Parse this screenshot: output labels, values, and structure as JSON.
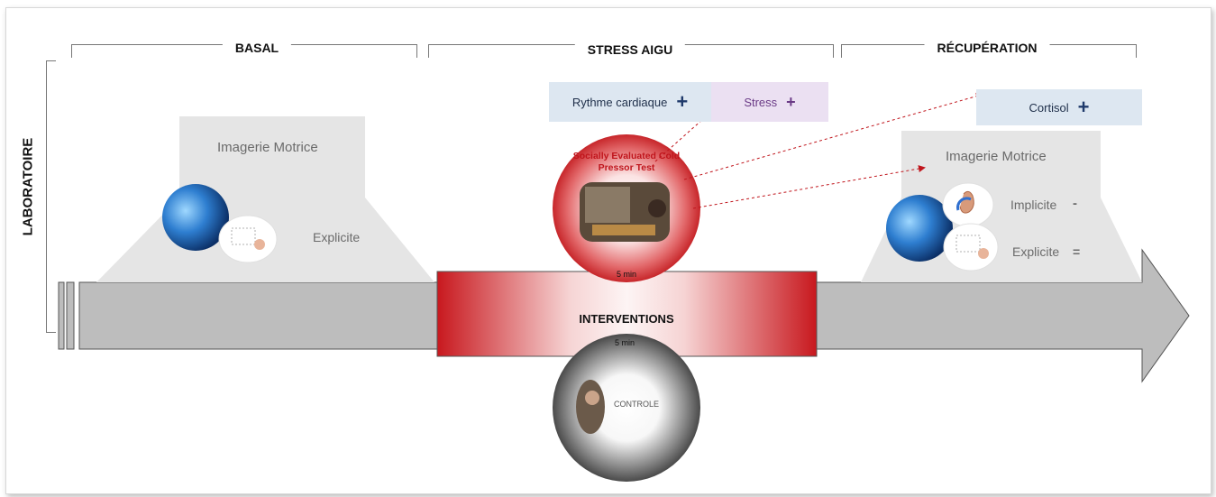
{
  "phases": {
    "basal": "BASAL",
    "stress": "STRESS AIGU",
    "recovery": "RÉCUPÉRATION"
  },
  "side_label": "LABORATOIRE",
  "basal": {
    "title": "Imagerie Motrice",
    "explicit": "Explicite"
  },
  "recovery": {
    "title": "Imagerie Motrice",
    "implicit": "Implicite",
    "implicit_sign": "-",
    "explicit": "Explicite",
    "explicit_sign": "="
  },
  "measures": {
    "heart_rate": "Rythme cardiaque",
    "stress": "Stress",
    "cortisol": "Cortisol",
    "plus": "+"
  },
  "intervention": {
    "label": "INTERVENTIONS",
    "test_name": "Socially Evaluated Cold Pressor Test",
    "test_duration": "5 min",
    "control_name": "CONTROLE",
    "control_duration": "5 min"
  },
  "colors": {
    "arrow": "#bdbdbd",
    "band_red": "#c8181e",
    "test_text": "#c0151c",
    "heart_box": "#dde7f1",
    "stress_box": "#ebe0f2",
    "stress_text": "#6a3a86",
    "plus": "#1f3a6b"
  }
}
